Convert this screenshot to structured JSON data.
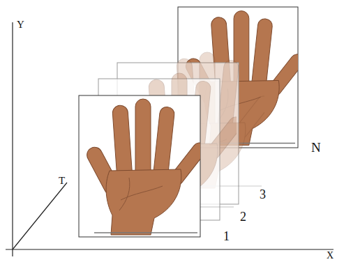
{
  "diagram": {
    "labels": [
      "Y",
      "T",
      "X",
      "1",
      "2",
      "3",
      "N"
    ]
  }
}
